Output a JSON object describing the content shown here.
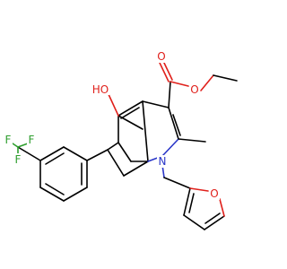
{
  "atom_labels": {
    "oh": "HO",
    "ester_o_carbonyl": "O",
    "ester_o_ether": "O",
    "n1": "N",
    "furan_o": "O",
    "f_top_left": "F",
    "f_top_right": "F",
    "f_bottom": "F"
  },
  "colors": {
    "bond": "#000000",
    "oxygen": "#e0201b",
    "nitrogen": "#2a36c8",
    "fluorine": "#2e9e2e"
  }
}
